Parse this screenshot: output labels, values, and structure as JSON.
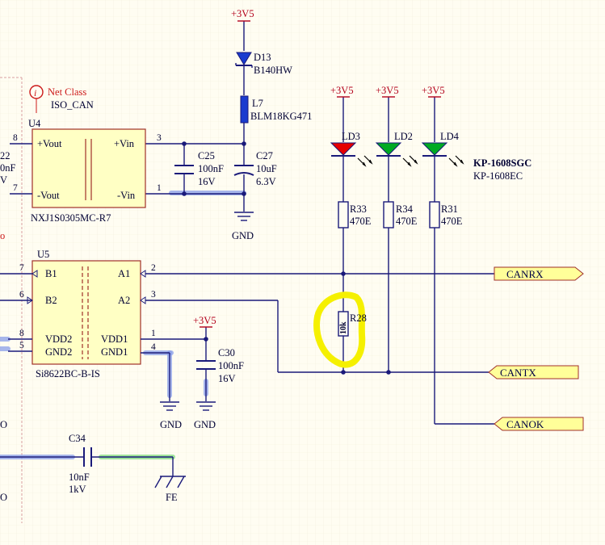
{
  "net_class": {
    "title": "Net Class",
    "value": "ISO_CAN"
  },
  "power": {
    "p3v5_top": "+3V5",
    "p3v5_ld3": "+3V5",
    "p3v5_ld2": "+3V5",
    "p3v5_ld4": "+3V5",
    "p3v5_c30": "+3V5"
  },
  "ground": {
    "gnd1": "GND",
    "gnd2": "GND",
    "gnd3": "GND",
    "fe": "FE"
  },
  "u4": {
    "ref": "U4",
    "part": "NXJ1S0305MC-R7",
    "pins": {
      "vout_p": "+Vout",
      "vin_p": "+Vin",
      "vout_n": "-Vout",
      "vin_n": "-Vin",
      "n8": "8",
      "n7": "7",
      "n3": "3",
      "n1": "1"
    }
  },
  "u5": {
    "ref": "U5",
    "part": "Si8622BC-B-IS",
    "pins": {
      "b1": "B1",
      "b2": "B2",
      "a1": "A1",
      "a2": "A2",
      "vdd2": "VDD2",
      "gnd2": "GND2",
      "vdd1": "VDD1",
      "gnd1": "GND1",
      "n7": "7",
      "n6": "6",
      "n8": "8",
      "n5": "5",
      "n2": "2",
      "n3": "3",
      "n1": "1",
      "n4": "4"
    }
  },
  "parts": {
    "d13": {
      "ref": "D13",
      "value": "B140HW"
    },
    "l7": {
      "ref": "L7",
      "value": "BLM18KG471"
    },
    "c25": {
      "ref": "C25",
      "v1": "100nF",
      "v2": "16V"
    },
    "c27": {
      "ref": "C27",
      "v1": "10uF",
      "v2": "6.3V"
    },
    "c30": {
      "ref": "C30",
      "v1": "100nF",
      "v2": "16V"
    },
    "c34": {
      "ref": "C34",
      "v1": "10nF",
      "v2": "1kV"
    },
    "ld3": {
      "ref": "LD3"
    },
    "ld2": {
      "ref": "LD2"
    },
    "ld4": {
      "ref": "LD4"
    },
    "led_parts": {
      "green": "KP-1608SGC",
      "red": "KP-1608EC"
    },
    "r33": {
      "ref": "R33",
      "value": "470E"
    },
    "r34": {
      "ref": "R34",
      "value": "470E"
    },
    "r31": {
      "ref": "R31",
      "value": "470E"
    },
    "r28": {
      "ref": "R28",
      "value": "10k"
    }
  },
  "ports": {
    "canrx": "CANRX",
    "cantx": "CANTX",
    "canok": "CANOK"
  },
  "left_edge": {
    "t1": "22",
    "t2": "0nF",
    "t3": "V",
    "o1": "O",
    "o2": "O",
    "o3": "O"
  },
  "colors": {
    "wire": "#1a1a7a",
    "body_fill": "#ffffc4",
    "body_stroke": "#a0302a",
    "led_red": "#e60000",
    "led_green": "#00aa22",
    "highlight": "#f5f000",
    "port_fill": "#ffff99",
    "power_label": "#b3001b"
  }
}
